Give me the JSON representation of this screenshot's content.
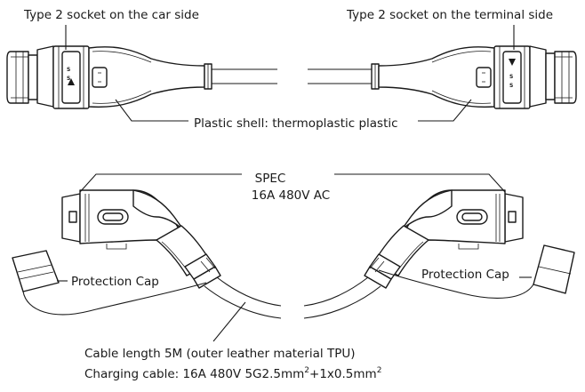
{
  "labels": {
    "car_side_socket": "Type 2 socket on the car side",
    "terminal_side_socket": "Type 2 socket on the terminal side",
    "shell": "Plastic shell: thermoplastic plastic",
    "spec_title": "SPEC",
    "spec_value": "16A 480V AC",
    "cap_left": "Protection Cap",
    "cap_right": "Protection Cap",
    "cable_length": "Cable length 5M (outer leather material TPU)",
    "charging_cable_prefix": "Charging cable: 16A 480V 5G2.5mm",
    "charging_cable_mid": "+1x0.5mm",
    "superscript": "2"
  },
  "markings": {
    "left_a": "S",
    "left_b": "S",
    "right_a": "S",
    "right_b": "S"
  }
}
